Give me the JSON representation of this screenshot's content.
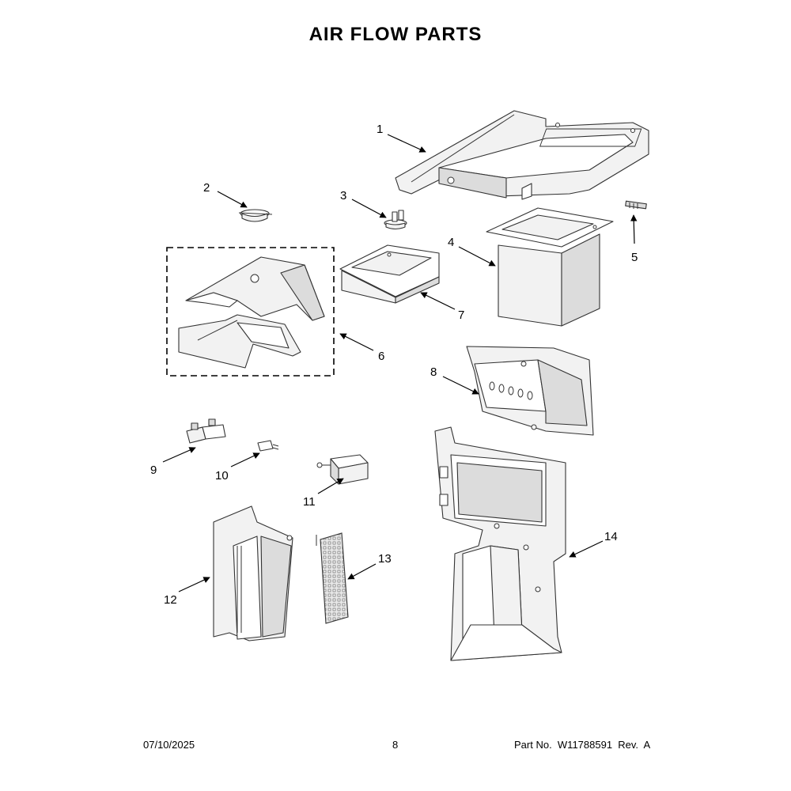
{
  "title": "AIR FLOW PARTS",
  "footer": {
    "date": "07/10/2025",
    "page": "8",
    "part_no": "Part No.  W11788591  Rev.  A"
  },
  "callouts": [
    "1",
    "2",
    "3",
    "4",
    "5",
    "6",
    "7",
    "8",
    "9",
    "10",
    "11",
    "12",
    "13",
    "14"
  ]
}
